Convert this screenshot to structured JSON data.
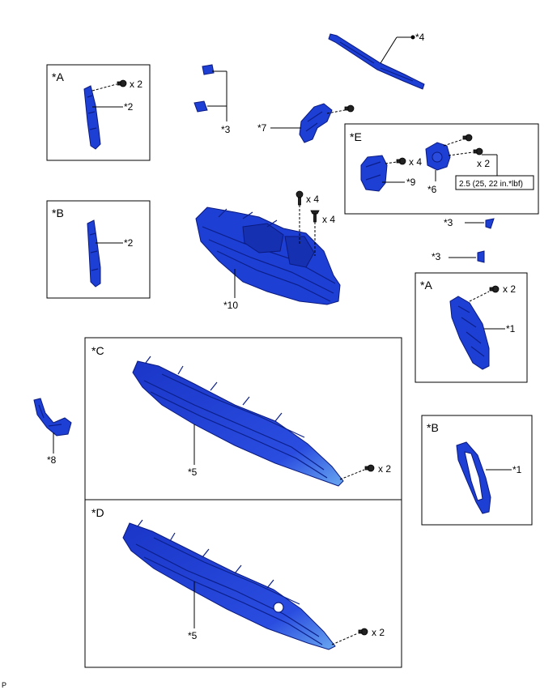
{
  "groups": {
    "A": "*A",
    "B": "*B",
    "C": "*C",
    "D": "*D",
    "E": "*E"
  },
  "parts": {
    "p1": "*1",
    "p2": "*2",
    "p3": "*3",
    "p4": "*4",
    "p5": "*5",
    "p6": "*6",
    "p7": "*7",
    "p8": "*8",
    "p9": "*9",
    "p10": "*10"
  },
  "quantities": {
    "x2": "x 2",
    "x4": "x 4"
  },
  "torque": "2.5 (25, 22 in.*lbf)",
  "corner_code": "P",
  "colors": {
    "part": "#1e3fd4",
    "outline": "#0a1a80"
  }
}
